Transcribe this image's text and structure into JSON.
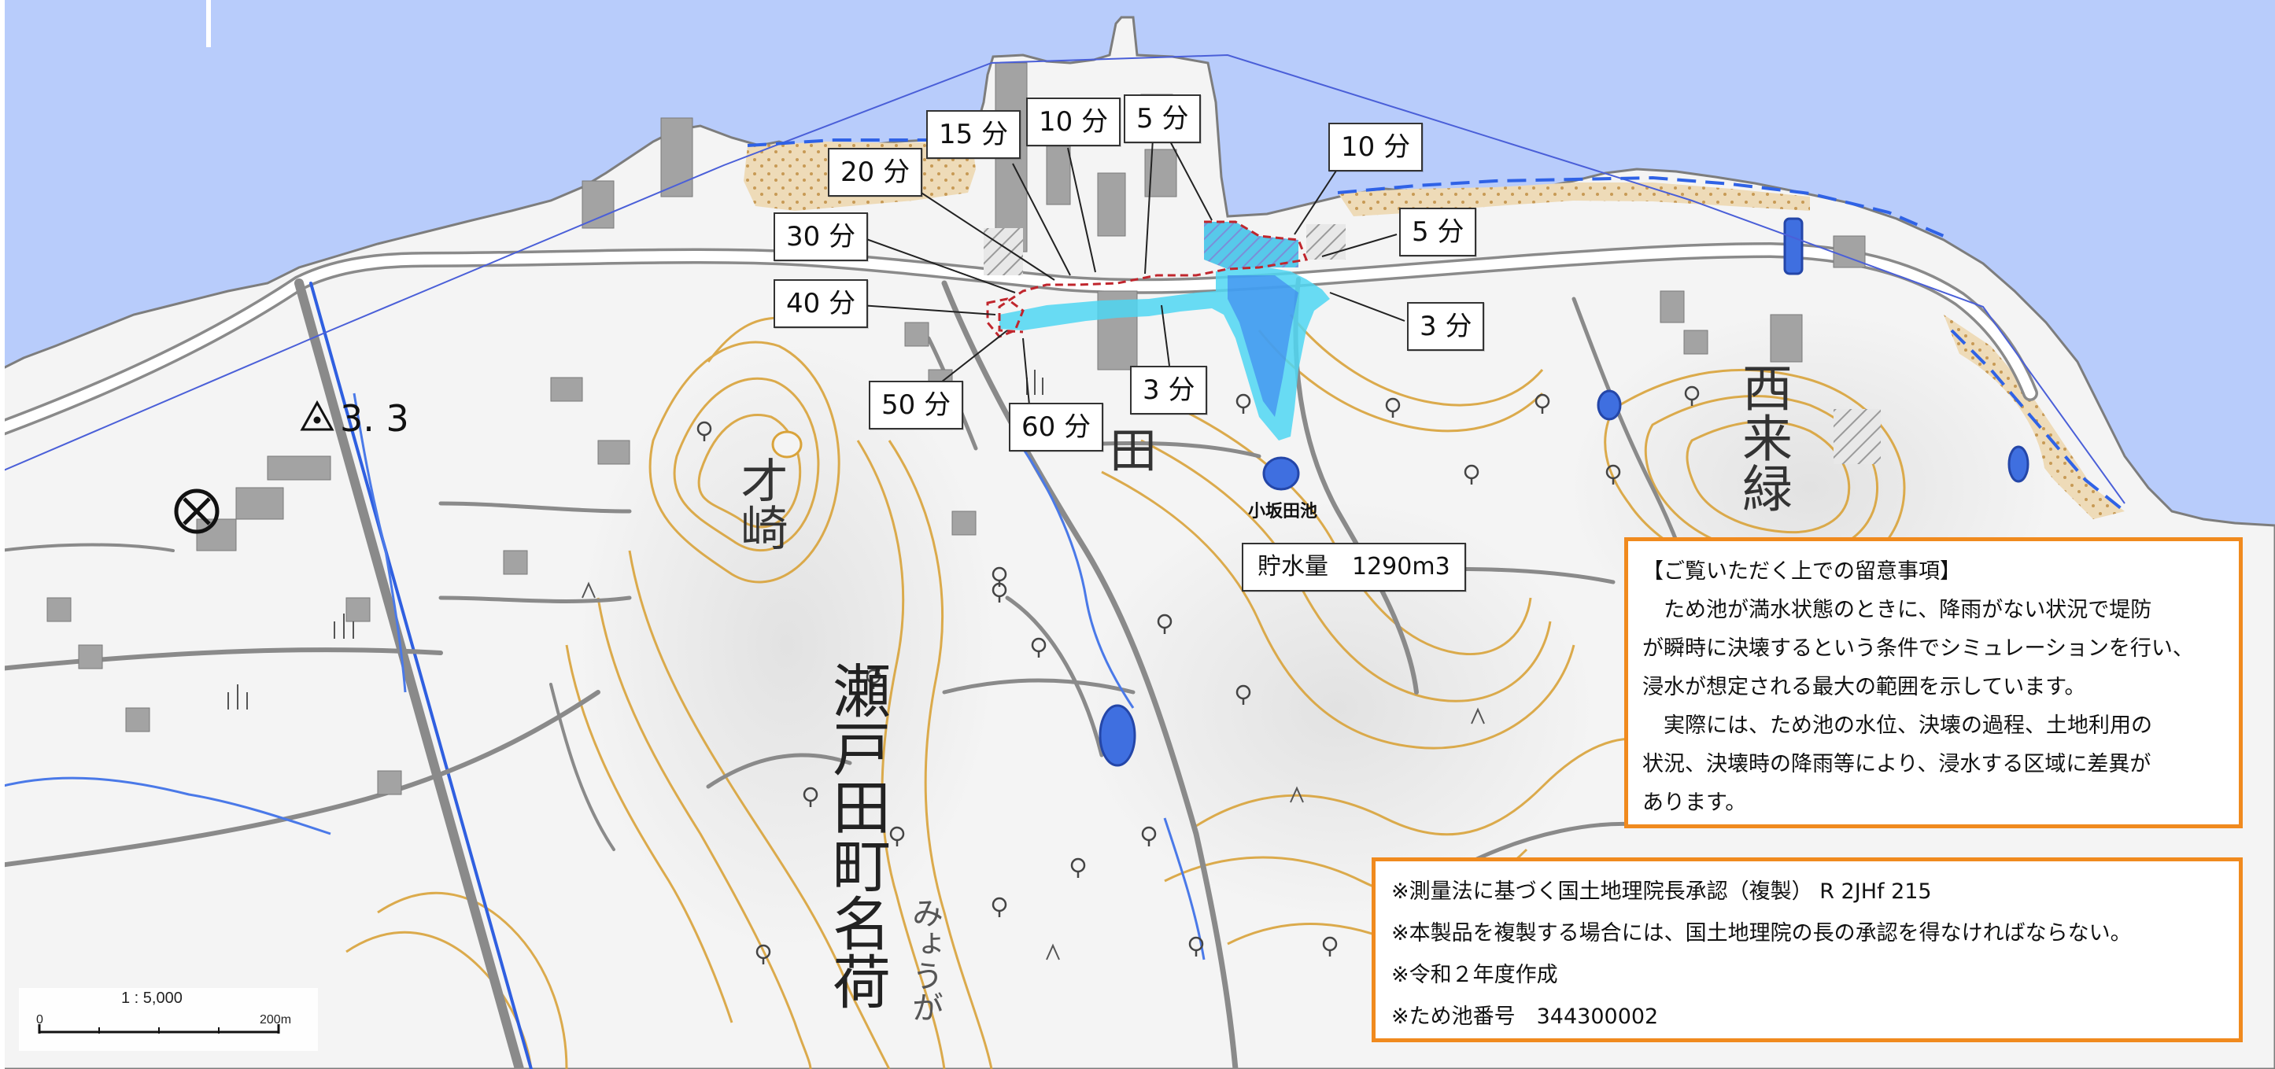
{
  "map": {
    "colors": {
      "sea": "#b8ccfb",
      "land": "#f6f6f6",
      "contour": "#d9a33a",
      "road": "#8c8c8c",
      "building": "#9e9e9e",
      "water": "#3f6fe0",
      "flood": "#4fd6f2",
      "flood_deep": "#3b7df0",
      "notice_border": "#f08a1e",
      "boundary": "#4a5fd8"
    },
    "time_labels": [
      {
        "id": "label-30",
        "text": "30 分"
      },
      {
        "id": "label-20",
        "text": "20 分"
      },
      {
        "id": "label-15",
        "text": "15 分"
      },
      {
        "id": "label-10a",
        "text": "10 分"
      },
      {
        "id": "label-5a",
        "text": "5 分"
      },
      {
        "id": "label-10b",
        "text": "10 分"
      },
      {
        "id": "label-5b",
        "text": "5 分"
      },
      {
        "id": "label-3a",
        "text": "3 分"
      },
      {
        "id": "label-40",
        "text": "40 分"
      },
      {
        "id": "label-50",
        "text": "50 分"
      },
      {
        "id": "label-60",
        "text": "60 分"
      },
      {
        "id": "label-3b",
        "text": "3 分"
      }
    ],
    "pond_name": "小坂田池",
    "storage_label": "貯水量　1290m3",
    "elevation_label": "3. 3",
    "place_names": {
      "saizaki": "才崎",
      "seto": "瀬戸田町名荷",
      "seto_small": "みょうが",
      "den": "田",
      "nishiraryoku": "西来緑"
    },
    "scale": {
      "label": "1 : 5,000",
      "start": "0",
      "end": "200m"
    }
  },
  "notice": {
    "title": "【ご覧いただく上での留意事項】",
    "lines": [
      "　ため池が満水状態のときに、降雨がない状況で堤防",
      "が瞬時に決壊するという条件でシミュレーションを行い、",
      "浸水が想定される最大の範囲を示しています。",
      "　実際には、ため池の水位、決壊の過程、土地利用の",
      "状況、決壊時の降雨等により、浸水する区域に差異が",
      "あります。"
    ]
  },
  "credits": {
    "lines": [
      "※測量法に基づく国土地理院長承認（複製） R 2JHf 215",
      "※本製品を複製する場合には、国土地理院の長の承認を得なければならない。",
      "※令和２年度作成",
      "※ため池番号　344300002"
    ]
  }
}
